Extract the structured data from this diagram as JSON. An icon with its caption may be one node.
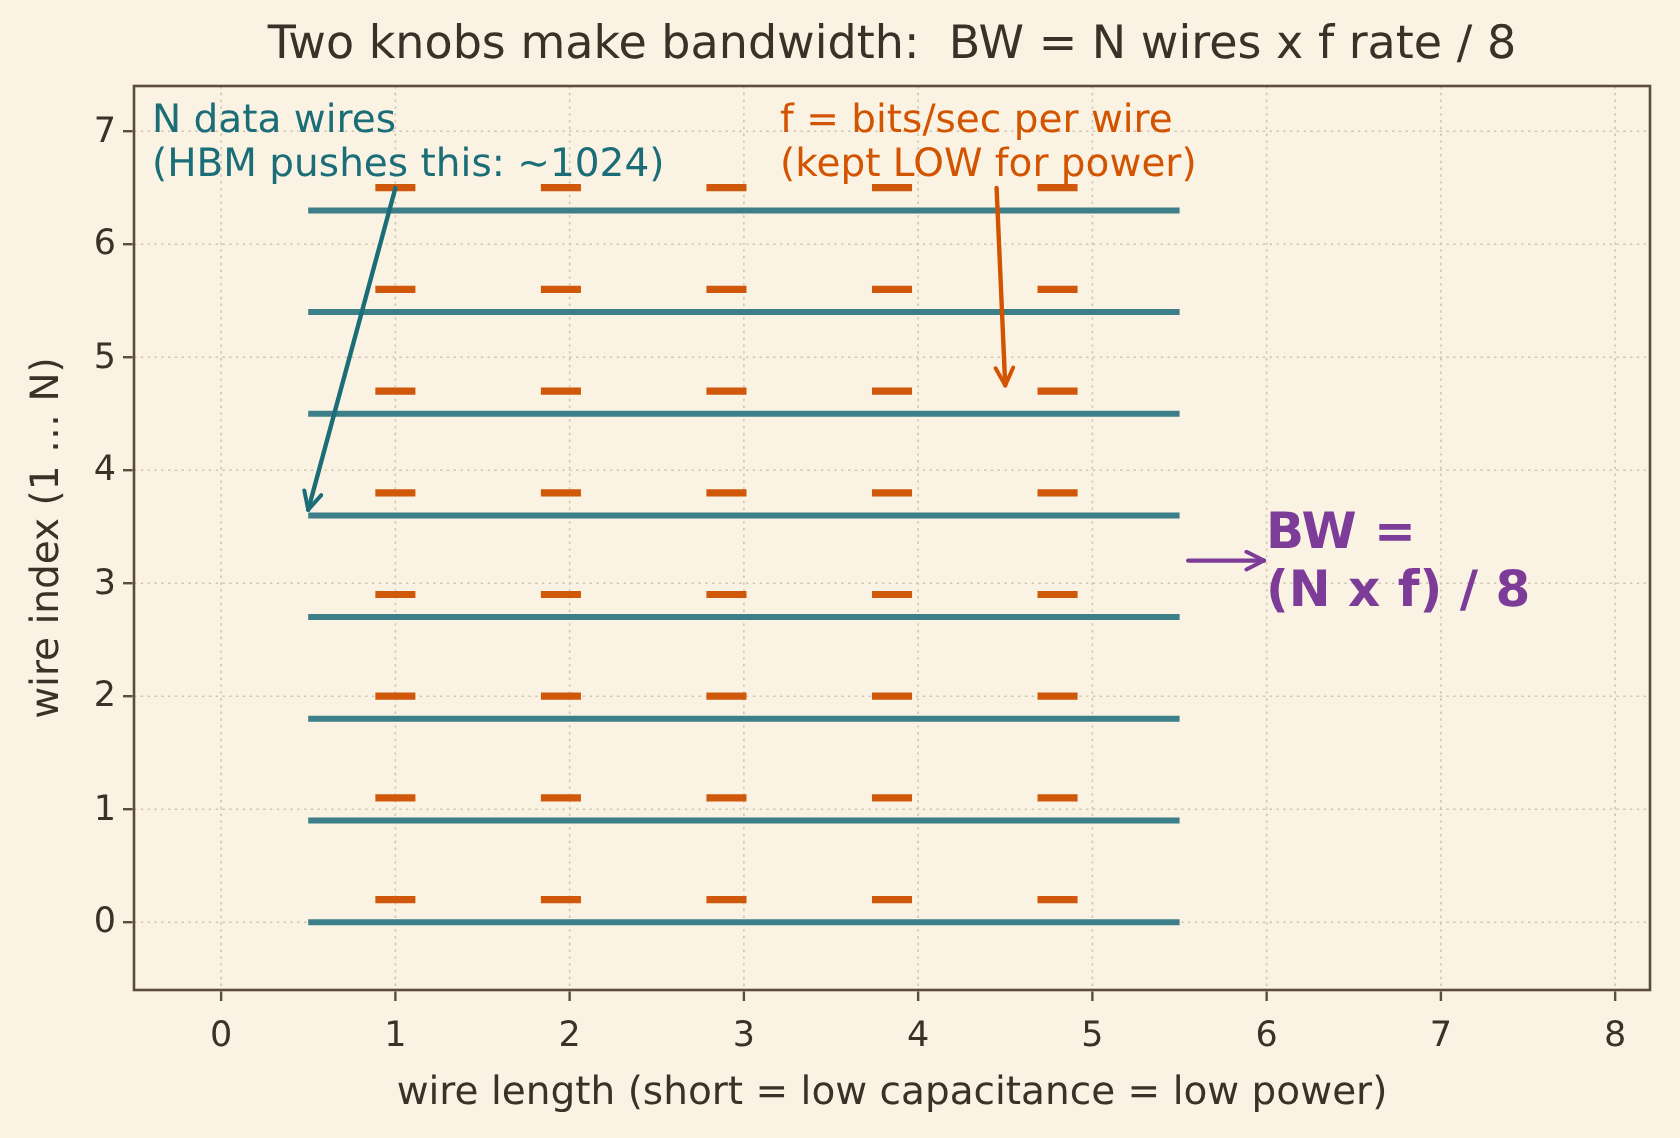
{
  "diagram": {
    "title": "Two knobs make bandwidth:  BW = N wires x f rate / 8",
    "nodes": [
      {
        "text": [
          "N data wires (HBM pushes this: ~1024)"
        ]
      },
      {
        "text": [
          "f = bits/sec per wire (kept LOW for power)"
        ]
      },
      {
        "text": [
          "BW = (N x f) / 8"
        ]
      }
    ],
    "edges": [
      {
        "from": 0,
        "to": null,
        "arrow": "to",
        "color": "#1b6d78"
      },
      {
        "from": 1,
        "to": null,
        "arrow": "to",
        "color": "#d35400"
      },
      {
        "from": null,
        "to": 2,
        "arrow": "to",
        "color": "#7d3c98"
      }
    ],
    "chart_data": {
      "type": "line",
      "xlabel": "wire length (short = low capacitance = low power)",
      "ylabel": "wire index (1 … N)",
      "x": [
        0.5,
        5.5
      ],
      "series": [
        {
          "color": "#3d7f88",
          "values": [
            0,
            0
          ]
        },
        {
          "color": "#3d7f88",
          "values": [
            0.9,
            0.9
          ]
        },
        {
          "color": "#3d7f88",
          "values": [
            1.8,
            1.8
          ]
        },
        {
          "color": "#3d7f88",
          "values": [
            2.7,
            2.7
          ]
        },
        {
          "color": "#3d7f88",
          "values": [
            3.6,
            3.6
          ]
        },
        {
          "color": "#3d7f88",
          "values": [
            4.5,
            4.5
          ]
        },
        {
          "color": "#3d7f88",
          "values": [
            5.4,
            5.4
          ]
        },
        {
          "color": "#3d7f88",
          "values": [
            6.3,
            6.3
          ]
        }
      ],
      "xlim": [
        -0.5,
        8.2
      ],
      "ylim": [
        -0.6,
        7.4
      ],
      "xticks": [
        0,
        1,
        2,
        3,
        4,
        5,
        6,
        7,
        8
      ],
      "yticks": [
        0,
        1,
        2,
        3,
        4,
        5,
        6,
        7
      ],
      "grid": true
    }
  }
}
